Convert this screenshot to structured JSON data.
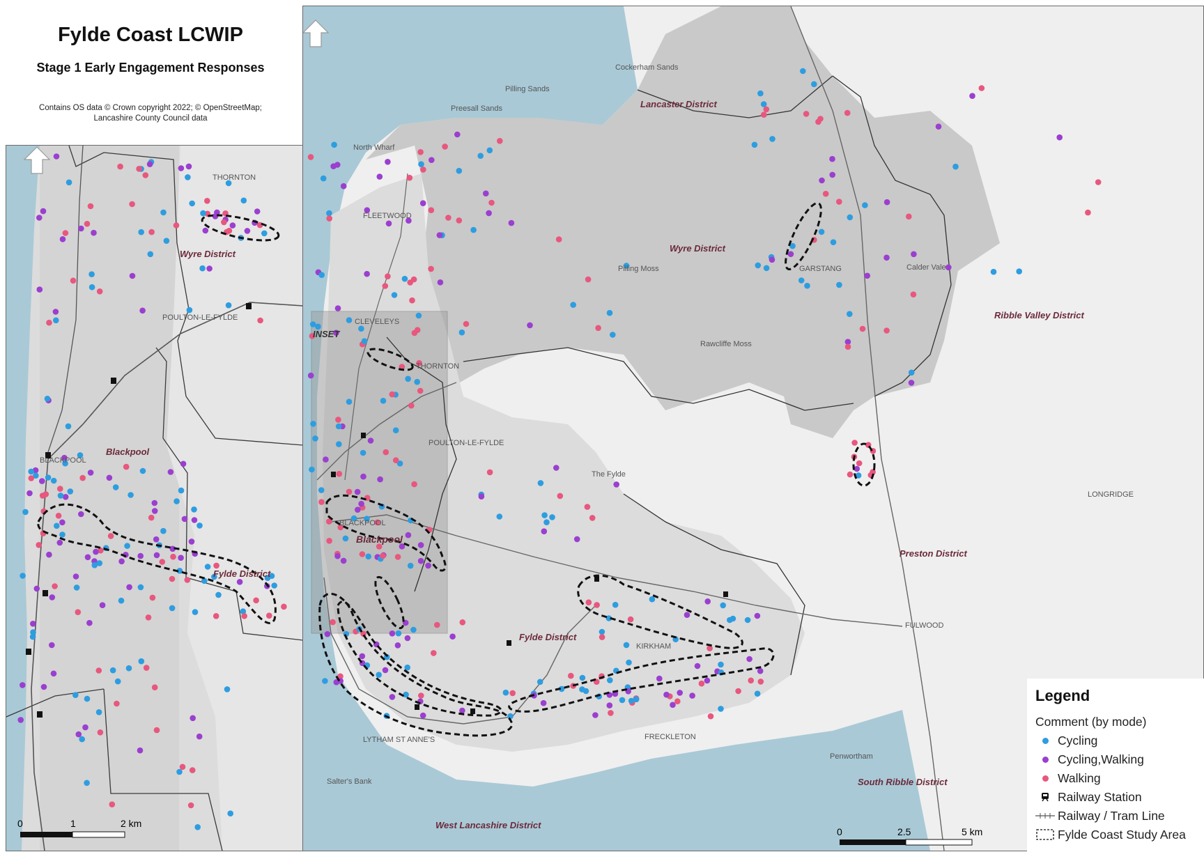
{
  "title": "Fylde Coast LCWIP",
  "subtitle": "Stage 1 Early Engagement Responses",
  "credits_line1": "Contains OS data © Crown copyright 2022; © OpenStreetMap;",
  "credits_line2": "Lancashire County Council data",
  "colors": {
    "cycling": "#2e9de0",
    "cycling_walking": "#9b3fcf",
    "walking": "#e8577e",
    "sea": "#a9c9d6",
    "land": "#dedede",
    "study_area": "#c9c9c9"
  },
  "legend": {
    "title": "Legend",
    "subtitle": "Comment (by mode)",
    "items": [
      {
        "label": "Cycling",
        "icon": "cycling-dot"
      },
      {
        "label": "Cycling,Walking",
        "icon": "cycling-walking-dot"
      },
      {
        "label": "Walking",
        "icon": "walking-dot"
      },
      {
        "label": "Railway Station",
        "icon": "railway-station-icon"
      },
      {
        "label": "Railway / Tram Line",
        "icon": "railway-line-icon"
      },
      {
        "label": "Fylde Coast Study Area",
        "icon": "study-area-boundary"
      }
    ]
  },
  "inset_labels": {
    "thornton": "THORNTON",
    "wyre": "Wyre District",
    "poulton": "POULTON-LE-FYLDE",
    "blackpool_town": "BLACKPOOL",
    "blackpool": "Blackpool",
    "fylde": "Fylde District"
  },
  "inset_scale": {
    "t0": "0",
    "t1": "1",
    "t2": "2 km"
  },
  "main_labels": {
    "cockerham": "Cockerham Sands",
    "lancaster": "Lancaster District",
    "pilling_sands": "Pilling Sands",
    "preesall": "Preesall Sands",
    "north_wharf": "North Wharf",
    "fleetwood": "FLEETWOOD",
    "wyre": "Wyre District",
    "pilling_moss": "Pilling Moss",
    "garstang": "GARSTANG",
    "calder_vale": "Calder Vale",
    "ribble_valley": "Ribble Valley District",
    "cleveleys": "CLEVELEYS",
    "inset": "INSET",
    "thornton": "THORNTON",
    "rawcliffe": "Rawcliffe Moss",
    "poulton": "POULTON-LE-FYLDE",
    "the_fylde": "The Fylde",
    "longridge": "LONGRIDGE",
    "blackpool_town": "BLACKPOOL",
    "blackpool": "Blackpool",
    "preston": "Preston District",
    "fylde": "Fylde District",
    "kirkham": "KIRKHAM",
    "fulwood": "FULWOOD",
    "lytham": "LYTHAM ST ANNE'S",
    "freckleton": "FRECKLETON",
    "penwortham": "Penwortham",
    "salters": "Salter's Bank",
    "south_ribble": "South Ribble District",
    "west_lancs": "West Lancashire District"
  },
  "main_scale": {
    "t0": "0",
    "t1": "2.5",
    "t2": "5 km"
  }
}
